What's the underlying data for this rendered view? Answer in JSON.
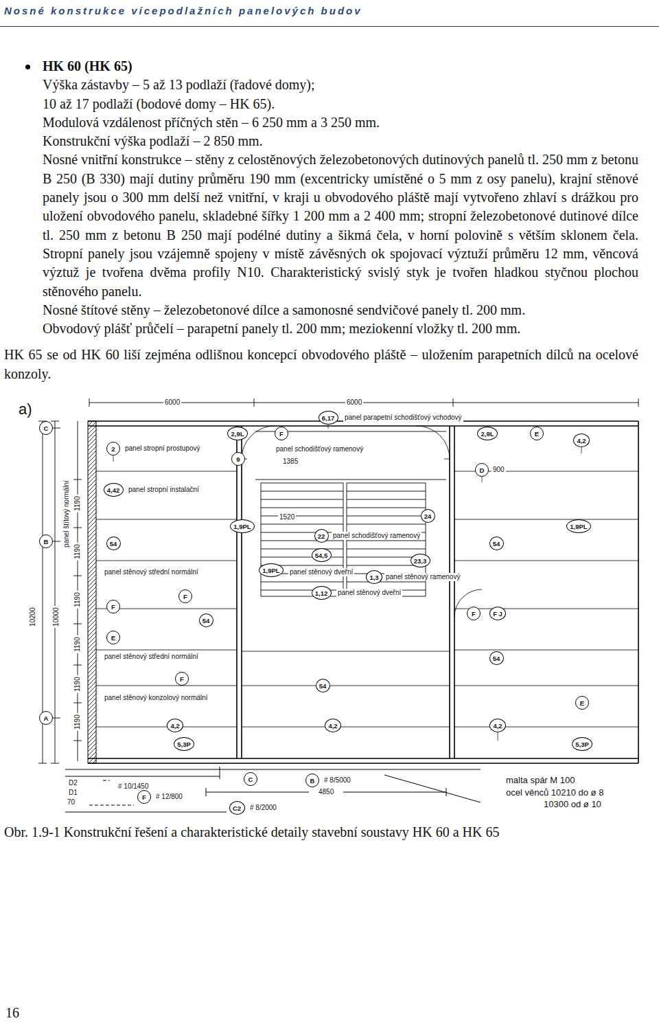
{
  "diagram": {
    "title": "Nosné konstrukce vícepodlažních panelových budov",
    "caption": "Obr. 1.9-1 Konstrukční řešení a charakteristické detaily stavební soustavy HK 60 a HK 65",
    "nodes": [
      {
        "text": [
          "C"
        ]
      },
      {
        "text": [
          "6,17"
        ]
      },
      {
        "text": [
          "2,9L"
        ]
      },
      {
        "text": [
          "F"
        ]
      },
      {
        "text": [
          "2,9L"
        ]
      },
      {
        "text": [
          "E"
        ]
      },
      {
        "text": [
          "2"
        ]
      },
      {
        "text": [
          "4,2"
        ]
      },
      {
        "text": [
          "9"
        ]
      },
      {
        "text": [
          "D"
        ]
      },
      {
        "text": [
          "4,42"
        ]
      },
      {
        "text": [
          "24"
        ]
      },
      {
        "text": [
          "1,9PL"
        ]
      },
      {
        "text": [
          "1,9PL"
        ]
      },
      {
        "text": [
          "22"
        ]
      },
      {
        "text": [
          "B"
        ]
      },
      {
        "text": [
          "54"
        ]
      },
      {
        "text": [
          "54"
        ]
      },
      {
        "text": [
          "54,5"
        ]
      },
      {
        "text": [
          "23,3"
        ]
      },
      {
        "text": [
          "1,9PL"
        ]
      },
      {
        "text": [
          "1,3"
        ]
      },
      {
        "text": [
          "1,12"
        ]
      },
      {
        "text": [
          "F"
        ]
      },
      {
        "text": [
          "F"
        ]
      },
      {
        "text": [
          "F"
        ]
      },
      {
        "text": [
          "F J"
        ]
      },
      {
        "text": [
          "54"
        ]
      },
      {
        "text": [
          "E"
        ]
      },
      {
        "text": [
          "54"
        ]
      },
      {
        "text": [
          "F"
        ]
      },
      {
        "text": [
          "54"
        ]
      },
      {
        "text": [
          "E"
        ]
      },
      {
        "text": [
          "A"
        ]
      },
      {
        "text": [
          "4,2"
        ]
      },
      {
        "text": [
          "4,2"
        ]
      },
      {
        "text": [
          "4,2"
        ]
      },
      {
        "text": [
          "5,3P"
        ]
      },
      {
        "text": [
          "5,3P"
        ]
      },
      {
        "text": [
          "C"
        ]
      },
      {
        "text": [
          "F"
        ]
      },
      {
        "text": [
          "B"
        ]
      },
      {
        "text": [
          "C2"
        ]
      }
    ],
    "labels": [
      "HK 60 (HK 65)",
      "Výška zástavby – 5 až 13 podlaží (řadové domy);",
      "10 až 17 podlaží (bodové domy – HK 65).",
      "Modulová vzdálenost příčných stěn – 6 250 mm a 3 250 mm.",
      "Konstrukční výška podlaží – 2 850 mm.",
      "Nosné vnitřní konstrukce – stěny z celostěnových železobetonových dutinových panelů tl. 250 mm z betonu B 250 (B 330) mají dutiny průměru 190 mm (excentricky umístěné o 5 mm z osy panelu), krajní stěnové panely jsou o 300 mm delší než vnitřní, v kraji u obvodového pláště mají vytvořeno zhlaví s drážkou pro uložení obvodového panelu, skladebné šířky 1 200 mm a 2 400 mm; stropní železobetonové dutinové dílce tl. 250 mm z betonu B 250 mají podélné dutiny a šikmá čela, v horní polovině s větším sklonem čela. Stropní panely jsou vzájemně spojeny v místě závěsných ok spojovací výztuží průměru 12 mm, věncová výztuž je tvořena dvěma profily N10. Charakteristický svislý styk je tvořen hladkou styčnou plochou stěnového panelu.",
      "Nosné štítové stěny – železobetonové dílce a samonosné sendvičové panely tl. 200 mm.",
      "Obvodový plášť průčelí – parapetní panely tl. 200 mm; meziokenní vložky tl. 200 mm.",
      "HK 65 se od HK 60 liší zejména odlišnou koncepcí obvodového pláště – uložením parapetních dílců na ocelové konzoly.",
      "a)",
      "6000",
      "6000",
      "panel parapetní schodišťový vchodový",
      "panel stropní prostupový",
      "panel schodišťový ramenový",
      "1385",
      "900",
      "panel stropní instalační",
      "1520",
      "panel schodišťový ramenový",
      "panel stěnový střední normální",
      "panel stěnový dveřní",
      "panel stěnový ramenový",
      "panel stěnový dveřní",
      "panel stěnový střední normální",
      "panel stěnový konzolový normální",
      "panel štítový normální",
      "10200",
      "10000",
      "1190",
      "1190",
      "1190",
      "1190",
      "1190",
      "1190",
      "D2",
      "D1",
      "70",
      "# 10/1450",
      "# 12/800",
      "# 8/5000",
      "4850",
      "# 8/2000",
      "malta spár M 100",
      "ocel věnců 10210 do ø 8",
      "10300 od ø 10",
      "16"
    ]
  }
}
